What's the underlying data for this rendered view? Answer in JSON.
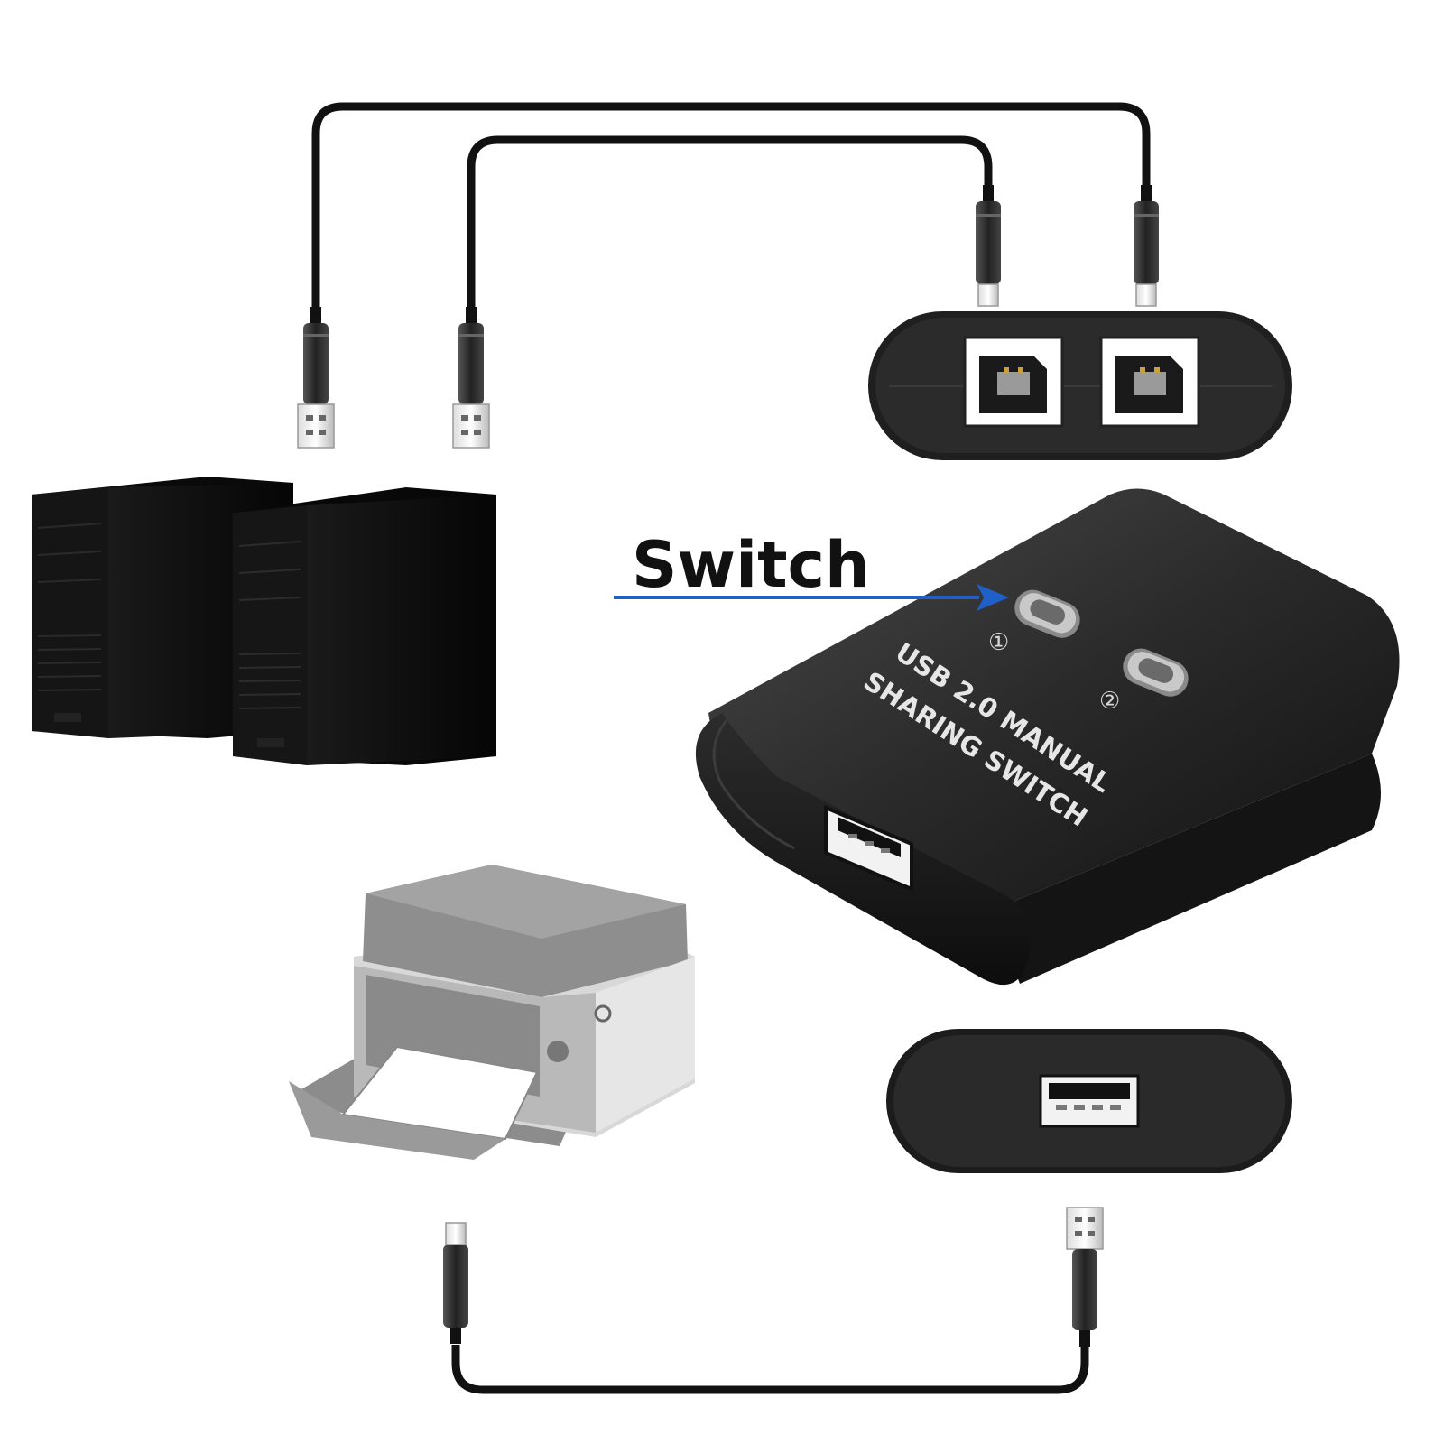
{
  "callout": {
    "label": "Switch"
  },
  "switch_device": {
    "text_line1": "USB 2.0 MANUAL",
    "text_line2": "SHARING SWITCH",
    "button1_marker": "①",
    "button2_marker": "②"
  },
  "icons": {
    "computer_a": "computer-tower-icon",
    "computer_b": "computer-tower-icon",
    "printer": "printer-icon",
    "usb_a_plug": "usb-a-plug-icon",
    "usb_b_plug": "usb-b-plug-icon"
  },
  "colors": {
    "device_body": "#1e1e1e",
    "arrow": "#1f5fc8",
    "cable": "#111111",
    "printer_gray": "#8c8c8c"
  }
}
